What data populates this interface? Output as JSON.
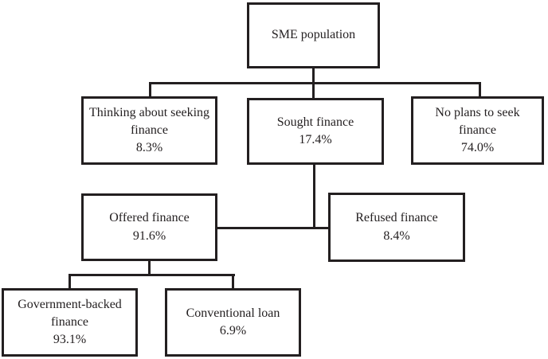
{
  "diagram": {
    "type": "flowchart",
    "colors": {
      "line": "#231f20",
      "text": "#231f20",
      "background": "#ffffff"
    },
    "nodes": {
      "sme_population": {
        "label": "SME population",
        "value": ""
      },
      "thinking": {
        "label": "Thinking about seeking finance",
        "value": "8.3%"
      },
      "sought": {
        "label": "Sought finance",
        "value": "17.4%"
      },
      "no_plans": {
        "label": "No plans to seek finance",
        "value": "74.0%"
      },
      "offered": {
        "label": "Offered finance",
        "value": "91.6%"
      },
      "refused": {
        "label": "Refused finance",
        "value": "8.4%"
      },
      "government_backed": {
        "label": "Government-backed finance",
        "value": "93.1%"
      },
      "conventional_loan": {
        "label": "Conventional loan",
        "value": "6.9%"
      }
    },
    "edges": [
      {
        "from": "sme_population",
        "to": "thinking"
      },
      {
        "from": "sme_population",
        "to": "sought"
      },
      {
        "from": "sme_population",
        "to": "no_plans"
      },
      {
        "from": "sought",
        "to": "offered"
      },
      {
        "from": "sought",
        "to": "refused"
      },
      {
        "from": "offered",
        "to": "government_backed"
      },
      {
        "from": "offered",
        "to": "conventional_loan"
      }
    ]
  }
}
